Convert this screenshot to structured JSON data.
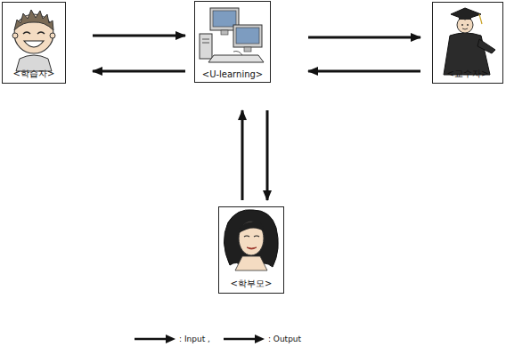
{
  "diagram": {
    "nodes": [
      {
        "text": [
          "<학습자>"
        ]
      },
      {
        "text": [
          "<U-learning>"
        ]
      },
      {
        "text": [
          "<교수자>"
        ]
      },
      {
        "text": [
          "<학부모>"
        ]
      }
    ],
    "edges": [
      {
        "from": 0,
        "to": 1,
        "arrow": "to"
      },
      {
        "from": 1,
        "to": 0,
        "arrow": "to"
      },
      {
        "from": 1,
        "to": 2,
        "arrow": "to"
      },
      {
        "from": 2,
        "to": 1,
        "arrow": "to"
      },
      {
        "from": 3,
        "to": 1,
        "arrow": "to"
      },
      {
        "from": 1,
        "to": 3,
        "arrow": "to"
      }
    ],
    "legend": [
      {
        "text": ": Input ,"
      },
      {
        "text": ": Output"
      }
    ]
  }
}
